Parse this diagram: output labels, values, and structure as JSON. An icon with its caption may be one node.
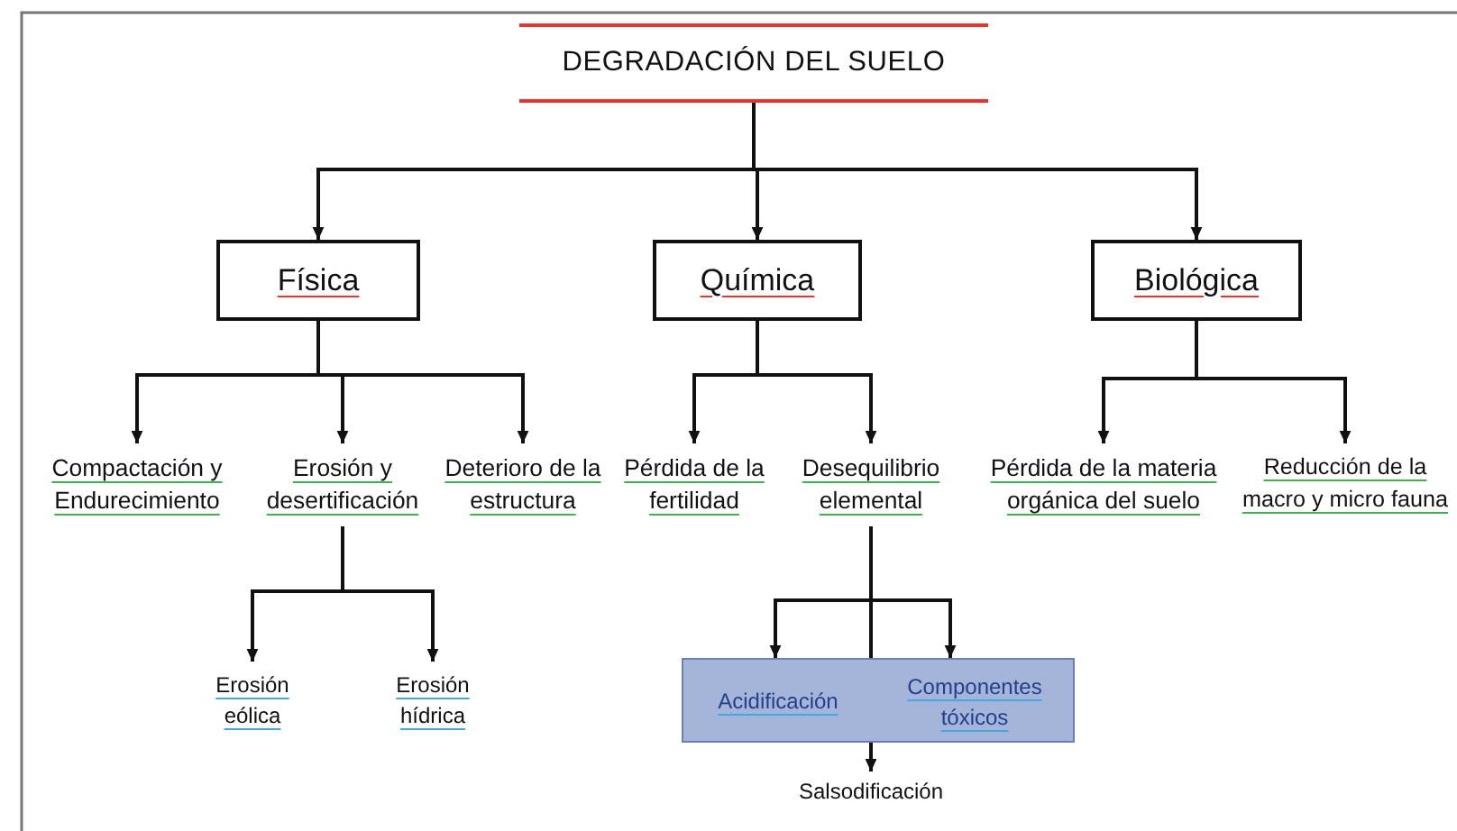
{
  "diagram": {
    "nodes": [
      {
        "text": [
          "DEGRADACIÓN DEL SUELO"
        ]
      },
      {
        "text": [
          "Física"
        ]
      },
      {
        "text": [
          "Química"
        ]
      },
      {
        "text": [
          "Biológica"
        ]
      },
      {
        "text": [
          "Compactación y Endurecimiento"
        ]
      },
      {
        "text": [
          "Erosión y desertificación"
        ]
      },
      {
        "text": [
          "Deterioro de la estructura"
        ]
      },
      {
        "text": [
          "Pérdida de la fertilidad"
        ]
      },
      {
        "text": [
          "Desequilibrio elemental"
        ]
      },
      {
        "text": [
          "Pérdida de la materia orgánica del suelo"
        ]
      },
      {
        "text": [
          "Reducción de la macro y micro fauna"
        ]
      },
      {
        "text": [
          "Erosión eólica"
        ]
      },
      {
        "text": [
          "Erosión hídrica"
        ]
      },
      {
        "text": [],
        "shape": "box"
      },
      {
        "text": [
          "Acidificación"
        ],
        "in": 13
      },
      {
        "text": [
          "Componentes tóxicos"
        ],
        "in": 13
      },
      {
        "text": [
          "Salsodificación"
        ]
      }
    ],
    "edges": [
      {
        "from": 0,
        "to": 1,
        "arrow": "to"
      },
      {
        "from": 0,
        "to": 2,
        "arrow": "to"
      },
      {
        "from": 0,
        "to": 3,
        "arrow": "to"
      },
      {
        "from": 1,
        "to": 4,
        "arrow": "to"
      },
      {
        "from": 1,
        "to": 5,
        "arrow": "to"
      },
      {
        "from": 1,
        "to": 6,
        "arrow": "to"
      },
      {
        "from": 2,
        "to": 7,
        "arrow": "to"
      },
      {
        "from": 2,
        "to": 8,
        "arrow": "to"
      },
      {
        "from": 3,
        "to": 9,
        "arrow": "to"
      },
      {
        "from": 3,
        "to": 10,
        "arrow": "to"
      },
      {
        "from": 5,
        "to": 11,
        "arrow": "to"
      },
      {
        "from": 5,
        "to": 12,
        "arrow": "to"
      },
      {
        "from": 8,
        "to": 14,
        "arrow": "to"
      },
      {
        "from": 8,
        "to": 15,
        "arrow": "to"
      },
      {
        "from": 8,
        "to": 16,
        "arrow": "to"
      }
    ]
  }
}
